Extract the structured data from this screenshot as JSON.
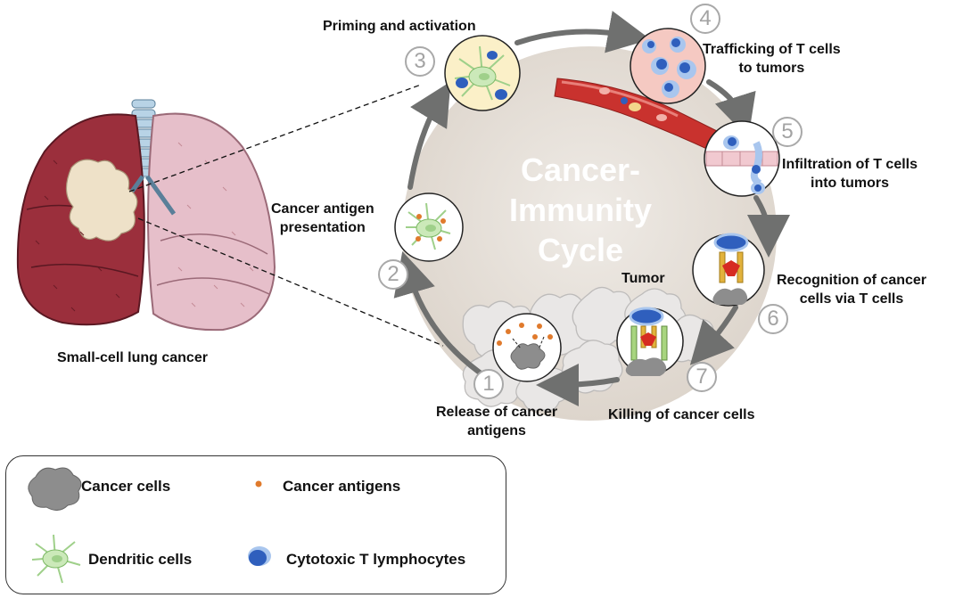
{
  "diagram": {
    "center_title": "Cancer-\nImmunity\nCycle",
    "lung_label": "Small-cell lung cancer",
    "tumor_label": "Tumor",
    "steps": [
      {
        "number": "1",
        "label": "Release of cancer\nantigens"
      },
      {
        "number": "2",
        "label": "Cancer antigen\npresentation"
      },
      {
        "number": "3",
        "label": "Priming and activation"
      },
      {
        "number": "4",
        "label": "Trafficking of T cells\nto tumors"
      },
      {
        "number": "5",
        "label": "Infiltration of T cells\ninto tumors"
      },
      {
        "number": "6",
        "label": "Recognition of cancer\ncells via T cells"
      },
      {
        "number": "7",
        "label": "Killing of cancer cells"
      }
    ]
  },
  "legend": {
    "items": [
      {
        "icon": "cancer-cell-icon",
        "label": "Cancer cells"
      },
      {
        "icon": "cancer-antigen-icon",
        "label": "Cancer antigens"
      },
      {
        "icon": "dendritic-cell-icon",
        "label": "Dendritic cells"
      },
      {
        "icon": "cytotoxic-t-lymphocyte-icon",
        "label": "Cytotoxic T lymphocytes"
      }
    ]
  },
  "colors": {
    "cycle_fill": "#e6e0da",
    "cycle_arrow": "#6f706f",
    "lung_left": "#9b2f3c",
    "lung_right": "#e6bfca",
    "antigen": "#e07a2c",
    "t_cell": "#2f5fbd",
    "dendritic": "#9fd08a"
  }
}
